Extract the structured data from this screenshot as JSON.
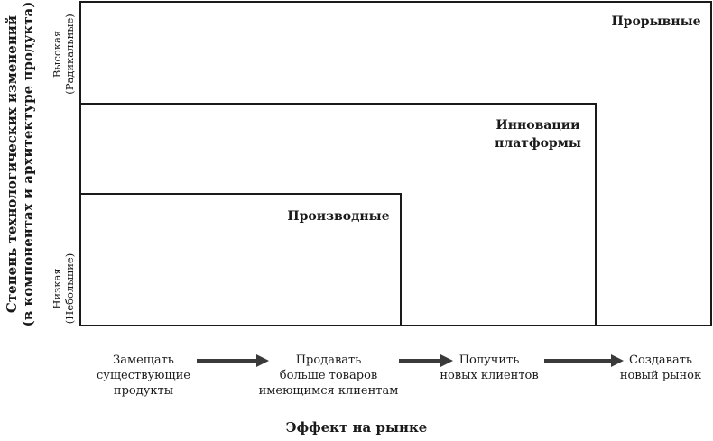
{
  "y_axis": {
    "title_line1": "Степень технологических изменений",
    "title_line2": "(в компонентах и архитектуре продукта)",
    "high_line1": "Высокая",
    "high_line2": "(Радикальные)",
    "low_line1": "Низкая",
    "low_line2": "(Небольшие)"
  },
  "boxes": {
    "breakthrough": "Прорывные",
    "platform": "Инновации\nплатформы",
    "derivative": "Производные"
  },
  "x_axis": {
    "title": "Эффект на рынке",
    "steps": [
      "Замещать\nсуществующие\nпродукты",
      "Продавать\nбольше товаров\nимеющимся клиентам",
      "Получить\nновых клиентов",
      "Создавать\nновый рынок"
    ]
  },
  "colors": {
    "line": "#1a1a1a",
    "background": "#ffffff"
  }
}
